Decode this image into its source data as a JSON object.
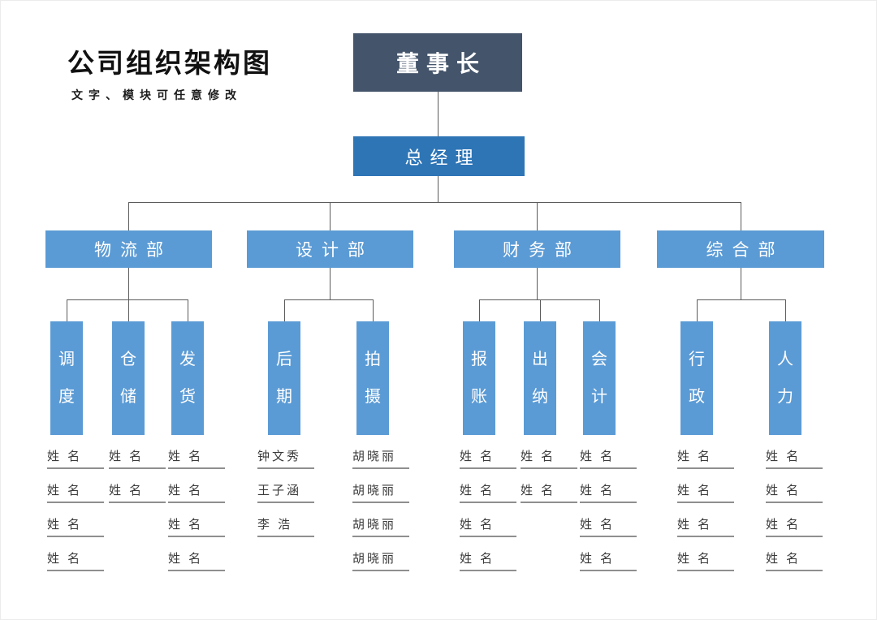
{
  "page": {
    "title": "公司组织架构图",
    "subtitle": "文字、模块可任意修改"
  },
  "chart": {
    "root": {
      "label": "董事长"
    },
    "manager": {
      "label": "总经理"
    },
    "departments": [
      {
        "label": "物流部",
        "units": [
          {
            "label": "调度",
            "names": [
              "姓 名",
              "姓 名",
              "姓 名",
              "姓 名"
            ]
          },
          {
            "label": "仓储",
            "names": [
              "姓 名",
              "姓 名"
            ]
          },
          {
            "label": "发货",
            "names": [
              "姓 名",
              "姓 名",
              "姓 名",
              "姓 名"
            ]
          }
        ]
      },
      {
        "label": "设计部",
        "units": [
          {
            "label": "后期",
            "names": [
              "钟文秀",
              "王子涵",
              "李 浩"
            ]
          },
          {
            "label": "拍摄",
            "names": [
              "胡晓丽",
              "胡晓丽",
              "胡晓丽",
              "胡晓丽"
            ]
          }
        ]
      },
      {
        "label": "财务部",
        "units": [
          {
            "label": "报账",
            "names": [
              "姓 名",
              "姓 名",
              "姓 名",
              "姓 名"
            ]
          },
          {
            "label": "出纳",
            "names": [
              "姓 名",
              "姓 名"
            ]
          },
          {
            "label": "会计",
            "names": [
              "姓 名",
              "姓 名",
              "姓 名",
              "姓 名"
            ]
          }
        ]
      },
      {
        "label": "综合部",
        "units": [
          {
            "label": "行政",
            "names": [
              "姓 名",
              "姓 名",
              "姓 名",
              "姓 名"
            ]
          },
          {
            "label": "人力",
            "names": [
              "姓 名",
              "姓 名",
              "姓 名",
              "姓 名"
            ]
          }
        ]
      }
    ]
  },
  "colors": {
    "root_box": "#44546A",
    "manager_box": "#2E75B6",
    "dept_box": "#5B9BD5",
    "connector": "#5b5b5b",
    "name_underline": "#8f8f8f"
  }
}
